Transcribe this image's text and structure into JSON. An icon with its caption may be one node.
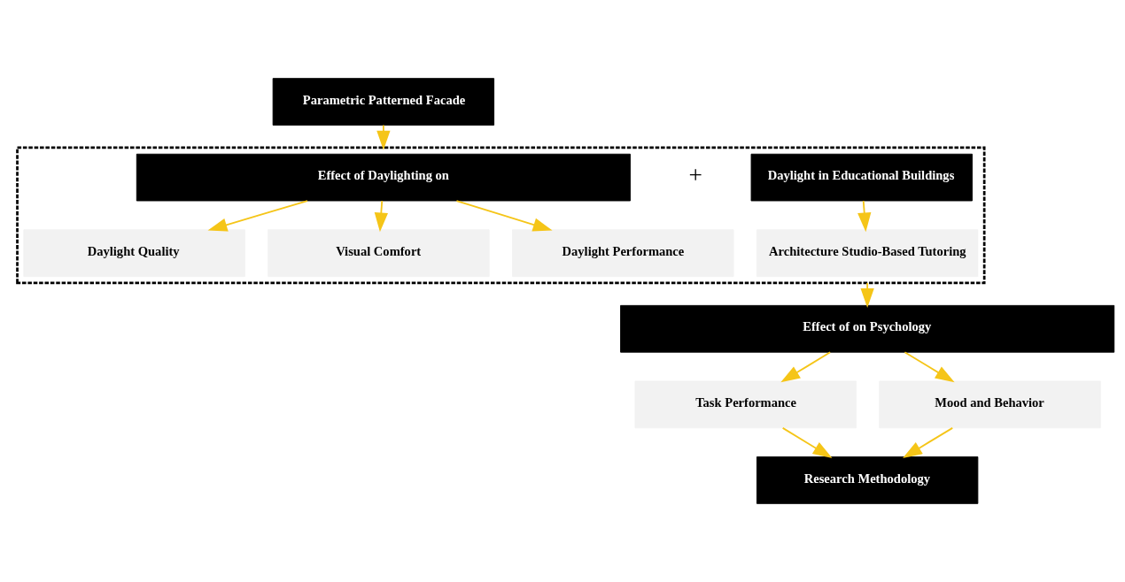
{
  "diagram": {
    "nodes": [
      {
        "text": [
          "Parametric Patterned Facade"
        ]
      },
      {
        "text": [],
        "shape": "box"
      },
      {
        "text": [
          "Effect of Daylighting on"
        ],
        "in": 1
      },
      {
        "text": [
          "Daylight in Educational Buildings"
        ],
        "in": 1
      },
      {
        "text": [
          "Daylight Quality"
        ],
        "in": 1
      },
      {
        "text": [
          "Visual Comfort"
        ],
        "in": 1
      },
      {
        "text": [
          "Daylight Performance"
        ],
        "in": 1
      },
      {
        "text": [
          "Architecture Studio-Based Tutoring"
        ],
        "in": 1
      },
      {
        "text": [
          "Effect of on Psychology"
        ]
      },
      {
        "text": [
          "Task Performance"
        ]
      },
      {
        "text": [
          "Mood and Behavior"
        ]
      },
      {
        "text": [
          "Research Methodology"
        ]
      }
    ],
    "edges": [
      {
        "from": 0,
        "to": 1,
        "arrow": "to"
      },
      {
        "from": 2,
        "to": 4,
        "arrow": "to"
      },
      {
        "from": 2,
        "to": 5,
        "arrow": "to"
      },
      {
        "from": 2,
        "to": 6,
        "arrow": "to"
      },
      {
        "from": 3,
        "to": 7,
        "arrow": "to"
      },
      {
        "from": 1,
        "to": 8,
        "arrow": "to"
      },
      {
        "from": 8,
        "to": 9,
        "arrow": "to"
      },
      {
        "from": 8,
        "to": 10,
        "arrow": "to"
      },
      {
        "from": 9,
        "to": 11,
        "arrow": "to"
      },
      {
        "from": 10,
        "to": 11,
        "arrow": "to"
      }
    ],
    "labels": [
      "+"
    ]
  }
}
